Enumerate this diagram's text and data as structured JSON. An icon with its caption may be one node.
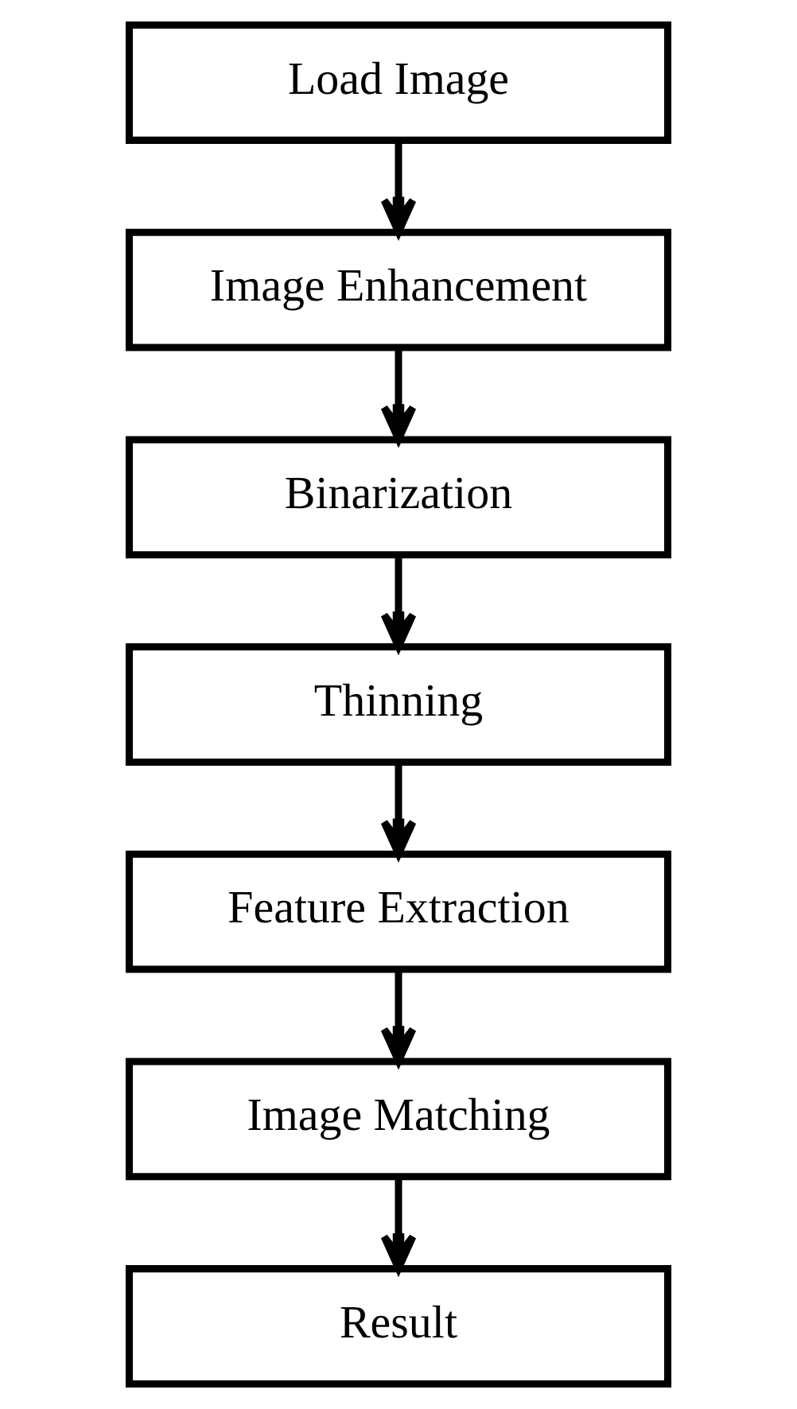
{
  "diagram": {
    "nodes": [
      {
        "text": [
          "Load Image"
        ]
      },
      {
        "text": [
          "Image Enhancement"
        ]
      },
      {
        "text": [
          "Binarization"
        ]
      },
      {
        "text": [
          "Thinning"
        ]
      },
      {
        "text": [
          "Feature Extraction"
        ]
      },
      {
        "text": [
          "Image Matching"
        ]
      },
      {
        "text": [
          "Result"
        ]
      }
    ],
    "edges": [
      {
        "from": 0,
        "to": 1,
        "arrow": "to"
      },
      {
        "from": 1,
        "to": 2,
        "arrow": "to"
      },
      {
        "from": 2,
        "to": 3,
        "arrow": "to"
      },
      {
        "from": 3,
        "to": 4,
        "arrow": "to"
      },
      {
        "from": 4,
        "to": 5,
        "arrow": "to"
      },
      {
        "from": 5,
        "to": 6,
        "arrow": "to"
      }
    ]
  }
}
